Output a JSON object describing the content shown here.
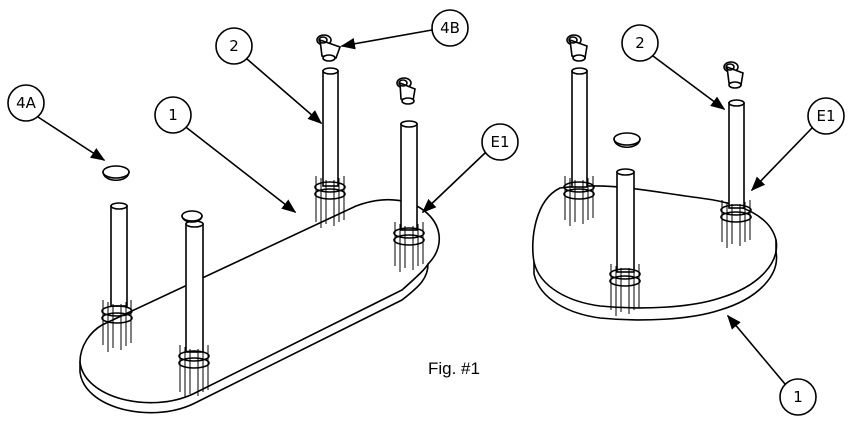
{
  "figure_label": "Fig. #1",
  "left_assembly": {
    "callouts": {
      "c1": "1",
      "c2": "2",
      "c4a": "4A",
      "c4b": "4B",
      "ce1": "E1"
    }
  },
  "right_assembly": {
    "callouts": {
      "c1": "1",
      "c2": "2",
      "ce1": "E1"
    }
  }
}
